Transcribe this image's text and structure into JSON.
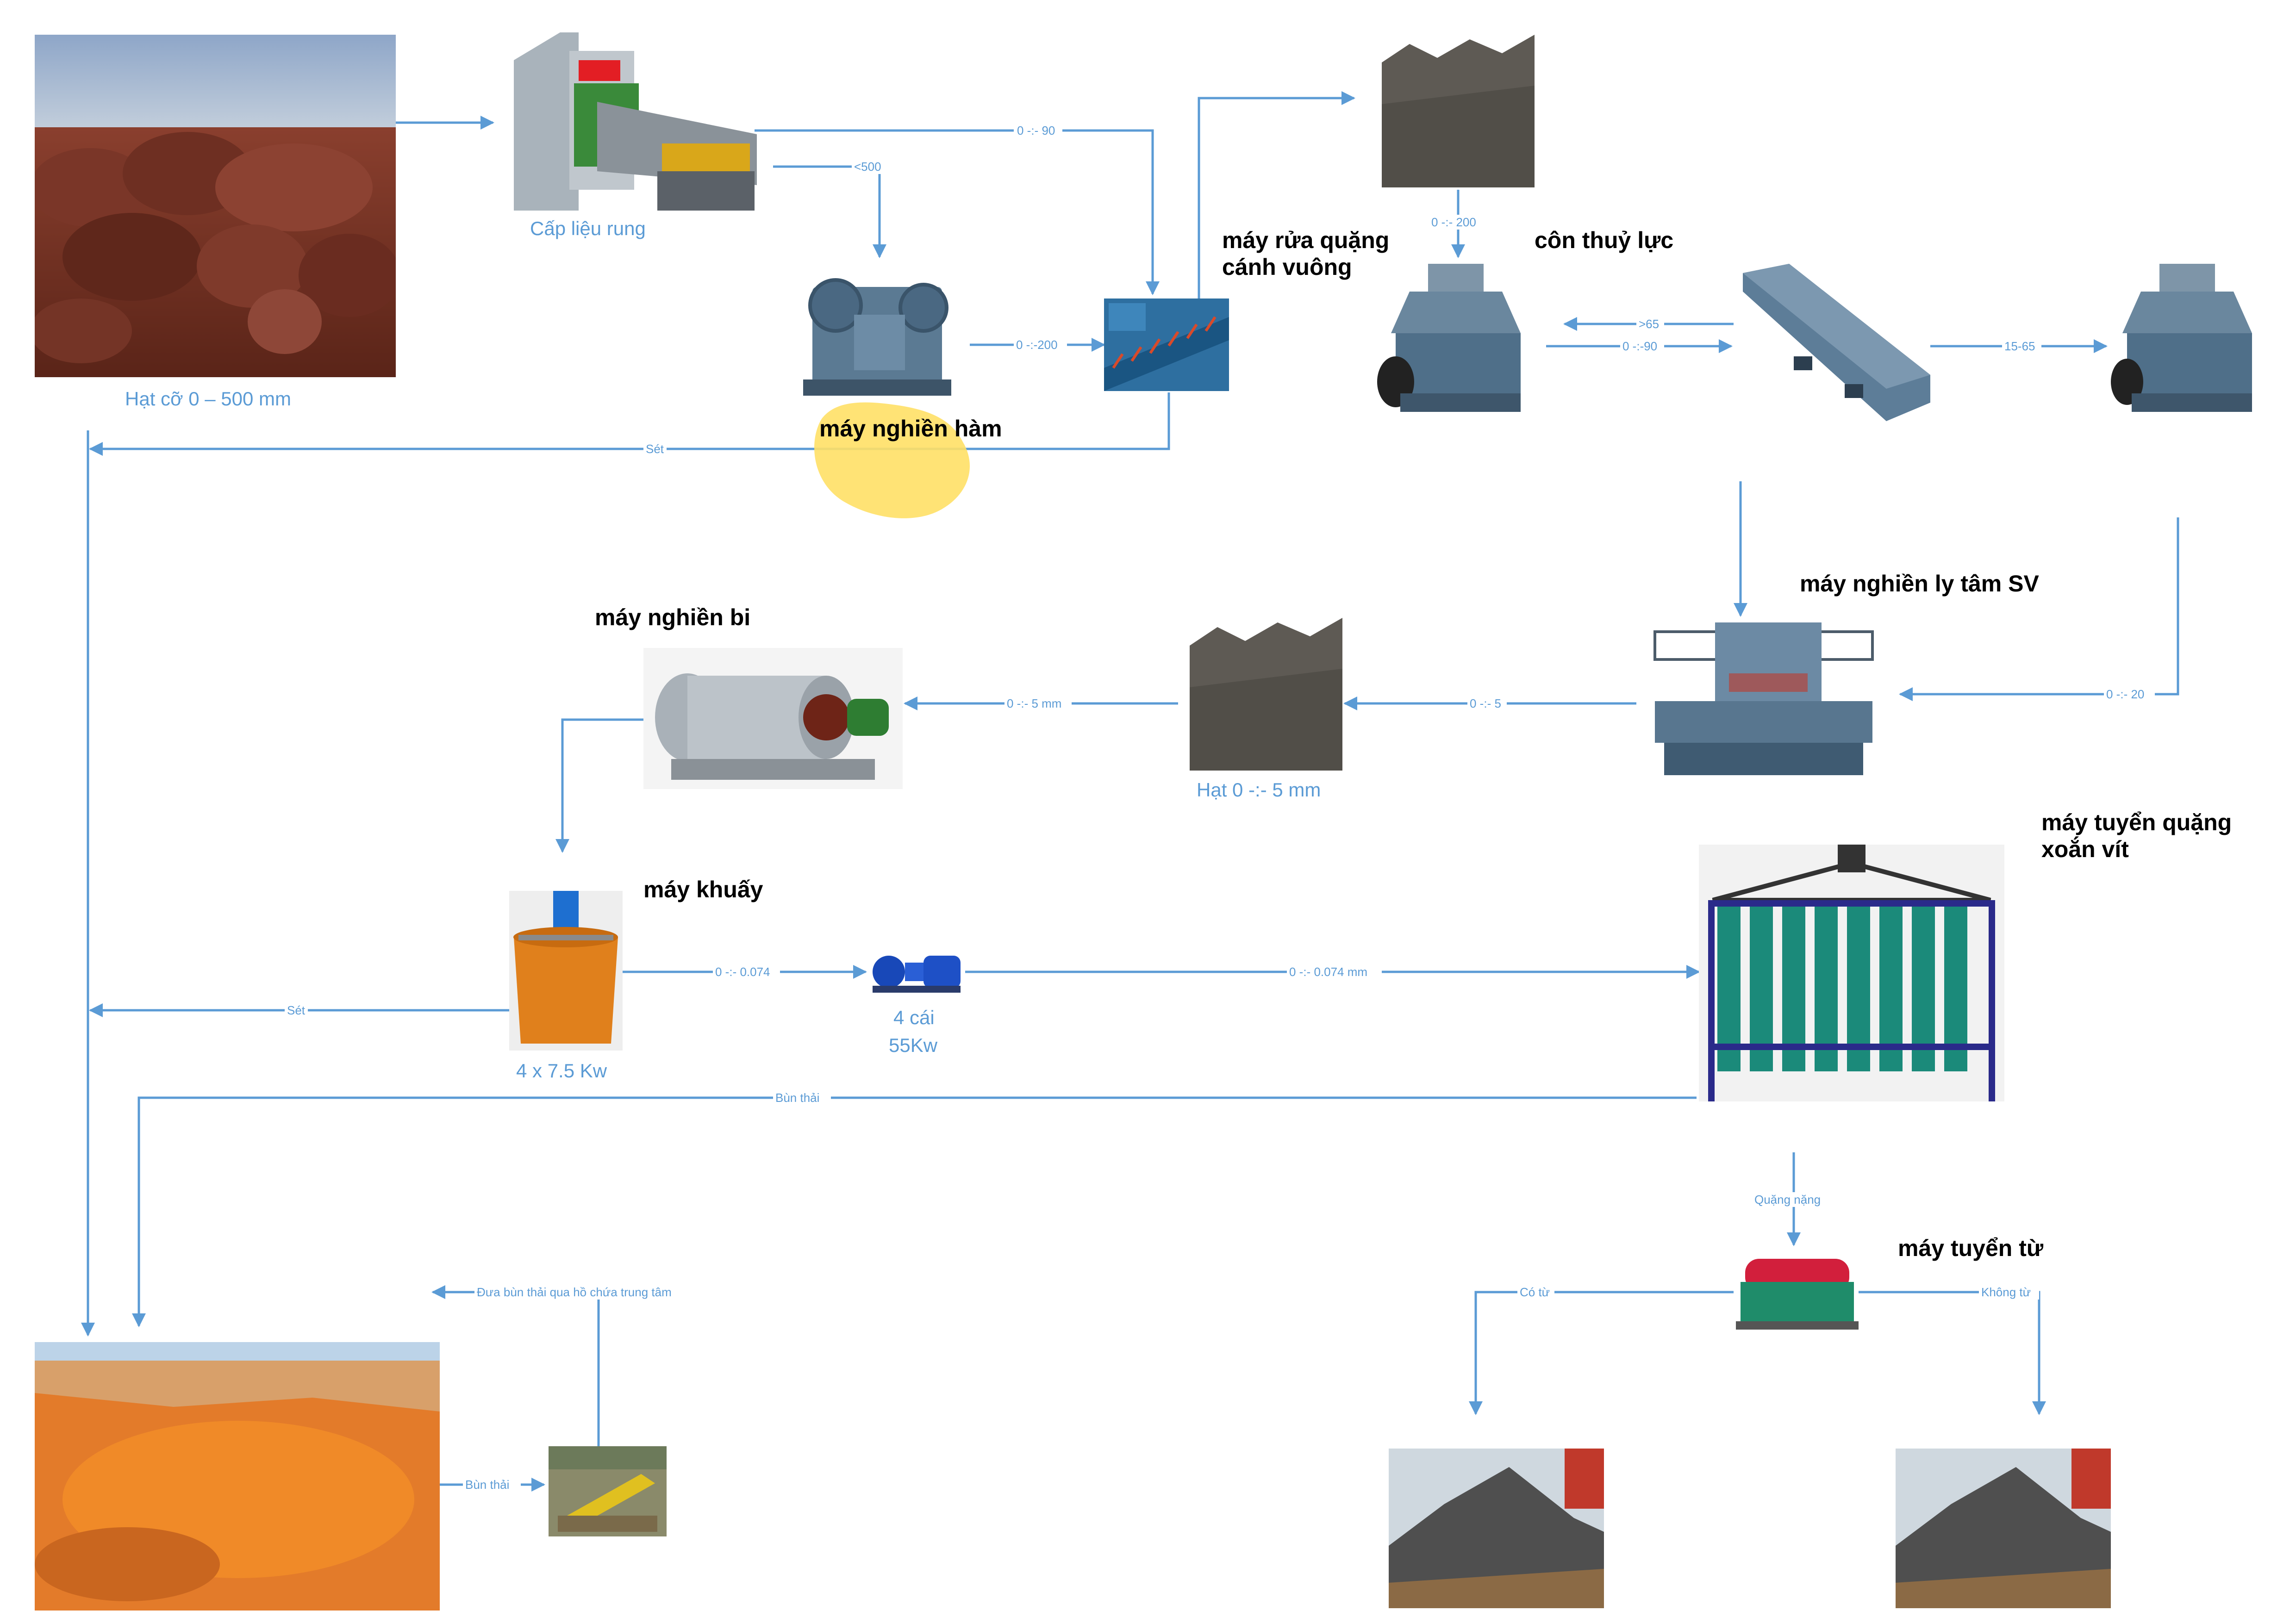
{
  "colors": {
    "flow": "#5b9bd5",
    "caption": "#5b9bd5",
    "title": "#000000"
  },
  "images": {
    "raw_ore": "rock-pile-photo",
    "vibrating_feeder": "vibrating-feeder-machine",
    "jaw_crusher": "jaw-crusher-machine",
    "ore_washer": "spiral-ore-washer-machine",
    "crushed_stone_top": "crushed-stone-pile-photo",
    "hydraulic_cone_1": "cone-crusher-machine",
    "vibrating_screen": "vibrating-screen-machine",
    "hydraulic_cone_2": "cone-crusher-machine",
    "vsi_crusher": "vsi-centrifugal-crusher-machine",
    "fine_sand": "fine-sand-pile-photo",
    "ball_mill": "ball-mill-machine",
    "agitator": "agitator-tank-machine",
    "pump": "slurry-pump-machine",
    "spiral_separator": "spiral-separator-machine",
    "magnetic_separator": "magnetic-separator-machine",
    "tailings_pond": "tailings-pond-photo",
    "sludge_plant": "sludge-treatment-photo",
    "magnetic_product": "ore-stockpile-photo",
    "non_magnetic_product": "ore-stockpile-photo"
  },
  "titles": {
    "jaw_crusher": "máy nghiền hàm",
    "ore_washer_1": "máy rửa quặng",
    "ore_washer_2": "cánh vuông",
    "hydraulic_cone": "côn thuỷ lực",
    "vsi_crusher": "máy nghiền ly tâm SV",
    "ball_mill": "máy nghiền bi",
    "agitator": "máy khuấy",
    "spiral_separator_1": "máy tuyển quặng",
    "spiral_separator_2": "xoắn vít",
    "magnetic_separator": "máy tuyển từ"
  },
  "captions": {
    "raw_ore": "Hạt cỡ 0 – 500 mm",
    "vibrating_feeder": "Cấp liệu rung",
    "fine_sand": "Hạt 0 -:- 5 mm",
    "agitator": "4 x 7.5 Kw",
    "pump_1": "4 cái",
    "pump_2": "55Kw"
  },
  "flows": {
    "feeder_to_washer": "0 -:- 90",
    "feeder_to_jaw": "<500",
    "jaw_to_washer": "0 -:-200",
    "washer_clay": "Sét",
    "pile_to_cone": "0 -:- 200",
    "screen_to_cone_return": ">65",
    "cone_to_screen": "0 -:-90",
    "screen_to_cone2": "15-65",
    "cone2_to_vsi": "0 -:- 20",
    "vsi_to_sand": "0 -:- 5",
    "sand_to_ballmill": "0 -:- 5 mm",
    "agitator_to_pump": "0 -:- 0.074",
    "pump_to_spiral": "0 -:- 0.074 mm",
    "agitator_clay": "Sét",
    "spiral_tailings": "Bùn thải",
    "concentrate": "Quặng nặng",
    "magnetic": "Có từ",
    "non_magnetic": "Không từ",
    "to_central_pond": "Đưa bùn thải qua hồ chứa trung tâm",
    "pond_tailings": "Bùn thải"
  }
}
